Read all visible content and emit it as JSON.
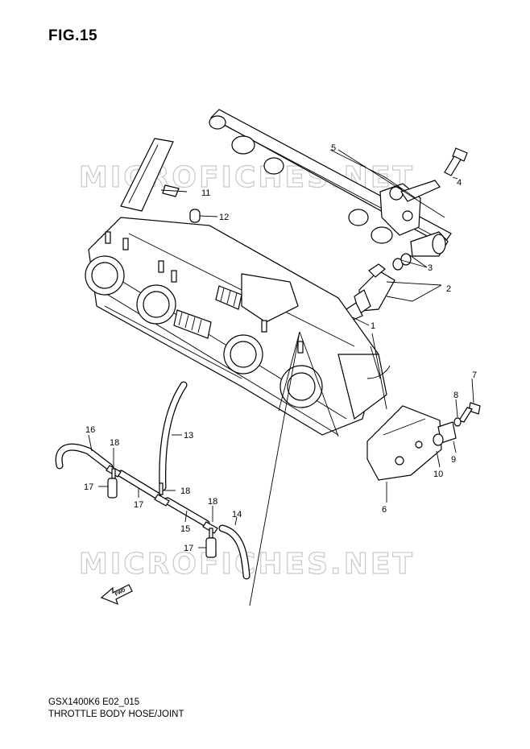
{
  "figure": {
    "title": "FIG.15",
    "model_code": "GSX1400K6 E02_015",
    "description": "THROTTLE BODY HOSE/JOINT"
  },
  "watermark": {
    "text": "MICROFICHES.NET"
  },
  "fwd_arrow": {
    "label": "FWD"
  },
  "callouts": {
    "c1": "1",
    "c2": "2",
    "c3": "3",
    "c4": "4",
    "c5": "5",
    "c6": "6",
    "c7": "7",
    "c8": "8",
    "c9": "9",
    "c10": "10",
    "c11": "11",
    "c12": "12",
    "c13": "13",
    "c14": "14",
    "c15": "15",
    "c16": "16",
    "c17a": "17",
    "c17b": "17",
    "c17c": "17",
    "c18a": "18",
    "c18b": "18",
    "c18c": "18"
  }
}
